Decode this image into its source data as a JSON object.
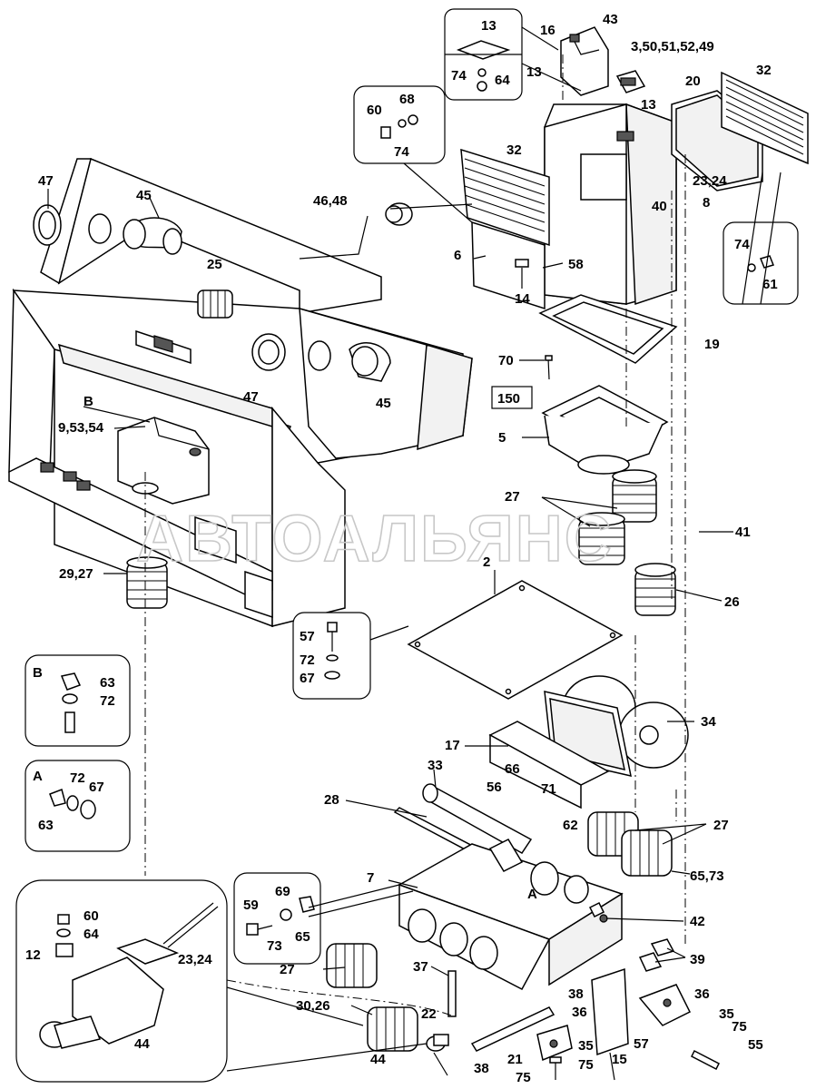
{
  "watermark": "АВТОАЛЬЯНС",
  "labels": {
    "p13a": "13",
    "p16": "16",
    "p43": "43",
    "p3_50": "3,50,51,52,49",
    "p32a": "32",
    "p74a": "74",
    "p64a": "64",
    "p13b": "13",
    "p20": "20",
    "p13c": "13",
    "p68": "68",
    "p60a": "60",
    "p74b": "74",
    "p32b": "32",
    "p23_24a": "23,24",
    "p8": "8",
    "p40": "40",
    "p47a": "47",
    "p45a": "45",
    "p46_48": "46,48",
    "p6": "6",
    "p58": "58",
    "p74c": "74",
    "p61": "61",
    "p14": "14",
    "p25": "25",
    "p19": "19",
    "p70": "70",
    "p47b": "47",
    "p45b": "45",
    "p150": "150",
    "pB": "B",
    "p9_53": "9,53,54",
    "p5": "5",
    "p27a": "27",
    "p41": "41",
    "p29_27": "29,27",
    "p2": "2",
    "p26a": "26",
    "p57a": "57",
    "p72a": "72",
    "p67a": "67",
    "pB2": "B",
    "p63a": "63",
    "p72b": "72",
    "p34": "34",
    "p17": "17",
    "pA": "A",
    "p72c": "72",
    "p67b": "67",
    "p63b": "63",
    "p33": "33",
    "p66": "66",
    "p56": "56",
    "p71": "71",
    "p62": "62",
    "p28": "28",
    "p27b": "27",
    "p65_73": "65,73",
    "p7": "7",
    "pA2": "A",
    "p69": "69",
    "p59": "59",
    "p65": "65",
    "p73": "73",
    "p60b": "60",
    "p64b": "64",
    "p12": "12",
    "p23_24b": "23,24",
    "p42": "42",
    "p27c": "27",
    "p39": "39",
    "p37": "37",
    "p36a": "36",
    "p38a": "38",
    "p36b": "36",
    "p35a": "35",
    "p30_26": "30,26",
    "p22": "22",
    "p75a": "75",
    "p44a": "44",
    "p57b": "57",
    "p55": "55",
    "p15": "15",
    "p35b": "35",
    "p21": "21",
    "p44b": "44",
    "p38b": "38",
    "p75b": "75",
    "p75c": "75"
  }
}
